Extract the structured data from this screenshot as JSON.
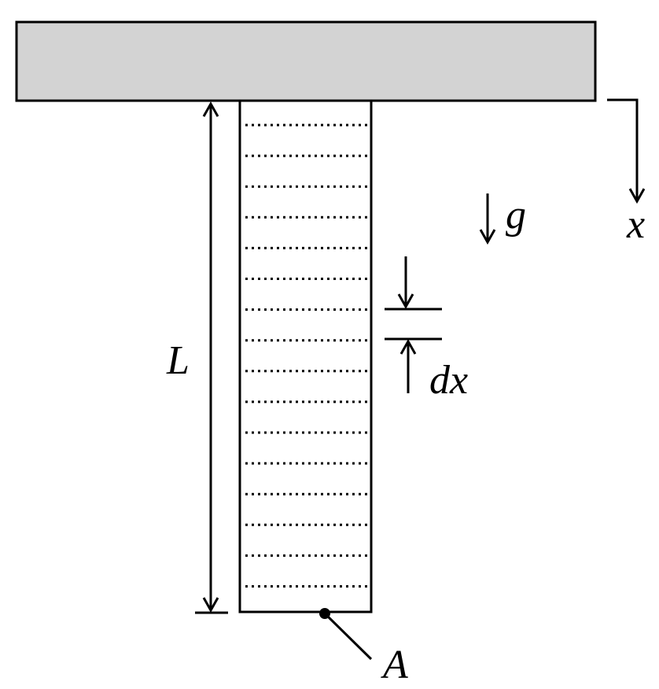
{
  "labels": {
    "length": "L",
    "gravity": "g",
    "axis": "x",
    "element": "dx",
    "point": "A"
  },
  "colors": {
    "support_fill": "#d3d3d3",
    "stroke": "#000000",
    "background": "#ffffff"
  },
  "bar": {
    "dotted_lines_count": 16
  }
}
